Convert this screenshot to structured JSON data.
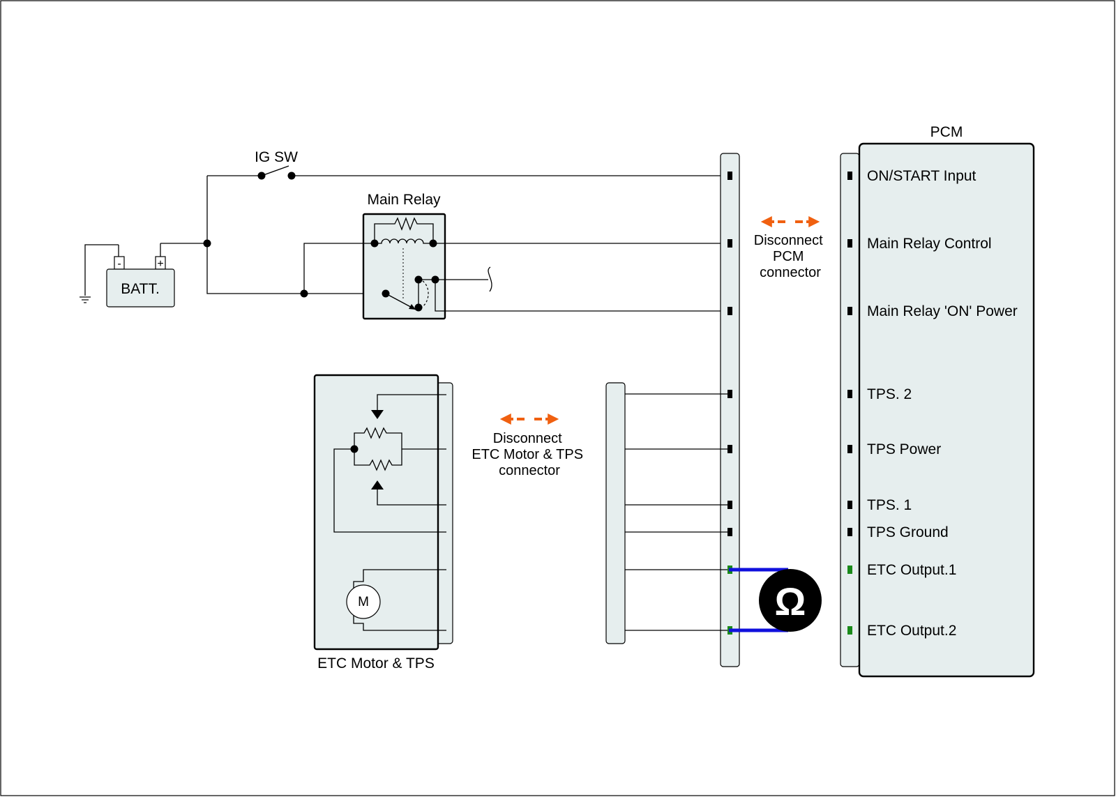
{
  "labels": {
    "ig_sw": "IG SW",
    "main_relay": "Main Relay",
    "battery": "BATT.",
    "battery_minus": "-",
    "battery_plus": "+",
    "pcm": "PCM",
    "etc_component": "ETC Motor & TPS",
    "motor": "M",
    "ohmmeter": "Ω"
  },
  "notes": {
    "pcm_connector": [
      "Disconnect",
      "PCM",
      "connector"
    ],
    "etc_connector": [
      "Disconnect",
      "ETC Motor & TPS",
      "connector"
    ]
  },
  "pcm_pins": [
    {
      "label": "ON/START Input",
      "kind": "normal"
    },
    {
      "label": "Main Relay Control",
      "kind": "normal"
    },
    {
      "label": "Main Relay 'ON' Power",
      "kind": "normal"
    },
    {
      "label": "TPS. 2",
      "kind": "normal"
    },
    {
      "label": "TPS Power",
      "kind": "normal"
    },
    {
      "label": "TPS. 1",
      "kind": "normal"
    },
    {
      "label": "TPS Ground",
      "kind": "normal"
    },
    {
      "label": "ETC Output.1",
      "kind": "etc"
    },
    {
      "label": "ETC Output.2",
      "kind": "etc"
    }
  ],
  "colors": {
    "panel_fill": "#e6eeee",
    "etc_pin": "#1a8a1a",
    "meter_lead": "#1010dd",
    "disconnect_arrow": "#f06010"
  }
}
